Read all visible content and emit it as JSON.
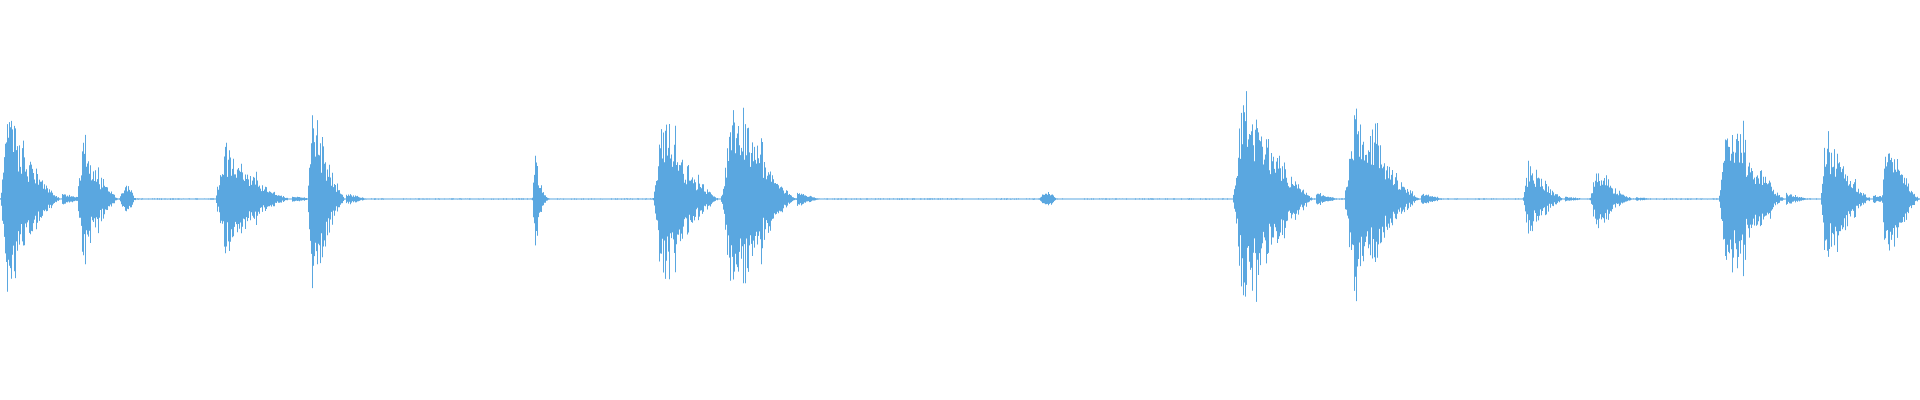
{
  "colors": {
    "background": "#ffffff",
    "waveform": "#5aa7e0"
  },
  "waveform": {
    "segments": [
      {
        "start": 0.0,
        "end": 0.032,
        "peak": 0.82,
        "shape": "burst"
      },
      {
        "start": 0.04,
        "end": 0.062,
        "peak": 0.58,
        "shape": "burst"
      },
      {
        "start": 0.062,
        "end": 0.07,
        "peak": 0.14,
        "shape": "blip"
      },
      {
        "start": 0.112,
        "end": 0.152,
        "peak": 0.48,
        "shape": "burst"
      },
      {
        "start": 0.16,
        "end": 0.18,
        "peak": 0.85,
        "shape": "burst"
      },
      {
        "start": 0.277,
        "end": 0.287,
        "peak": 0.45,
        "shape": "spike"
      },
      {
        "start": 0.34,
        "end": 0.375,
        "peak": 0.7,
        "shape": "burst"
      },
      {
        "start": 0.376,
        "end": 0.415,
        "peak": 1.0,
        "shape": "burst"
      },
      {
        "start": 0.541,
        "end": 0.55,
        "peak": 0.07,
        "shape": "blip"
      },
      {
        "start": 0.642,
        "end": 0.685,
        "peak": 0.98,
        "shape": "burst"
      },
      {
        "start": 0.7,
        "end": 0.74,
        "peak": 0.95,
        "shape": "burst"
      },
      {
        "start": 0.793,
        "end": 0.815,
        "peak": 0.35,
        "shape": "burst"
      },
      {
        "start": 0.828,
        "end": 0.852,
        "peak": 0.25,
        "shape": "burst"
      },
      {
        "start": 0.895,
        "end": 0.93,
        "peak": 0.85,
        "shape": "burst"
      },
      {
        "start": 0.948,
        "end": 0.975,
        "peak": 0.62,
        "shape": "burst"
      },
      {
        "start": 0.98,
        "end": 1.0,
        "peak": 0.68,
        "shape": "burst"
      }
    ],
    "noise_floor": 0.006
  }
}
